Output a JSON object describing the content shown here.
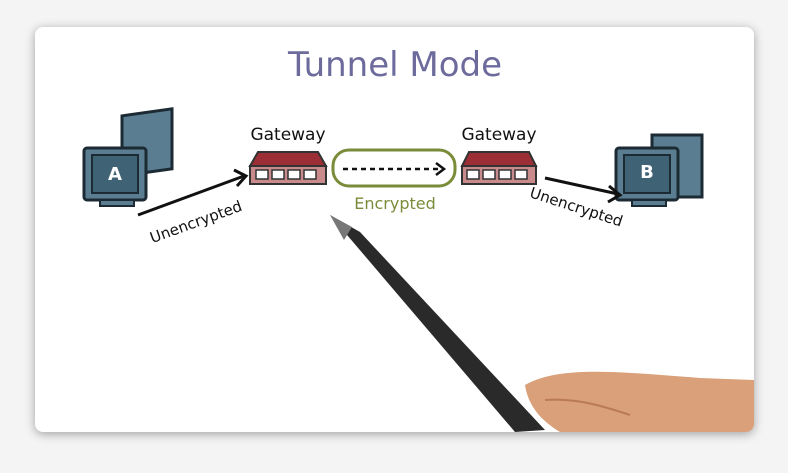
{
  "title": "Tunnel Mode",
  "host_a_label": "A",
  "host_b_label": "B",
  "gateway_left_label": "Gateway",
  "gateway_right_label": "Gateway",
  "left_link_label": "Unencrypted",
  "tunnel_label": "Encrypted",
  "right_link_label": "Unencrypted",
  "colors": {
    "title": "#6d6a9c",
    "tunnel": "#7a8c3a",
    "gateway": "#9b2f35",
    "computer": "#5a7d92"
  }
}
